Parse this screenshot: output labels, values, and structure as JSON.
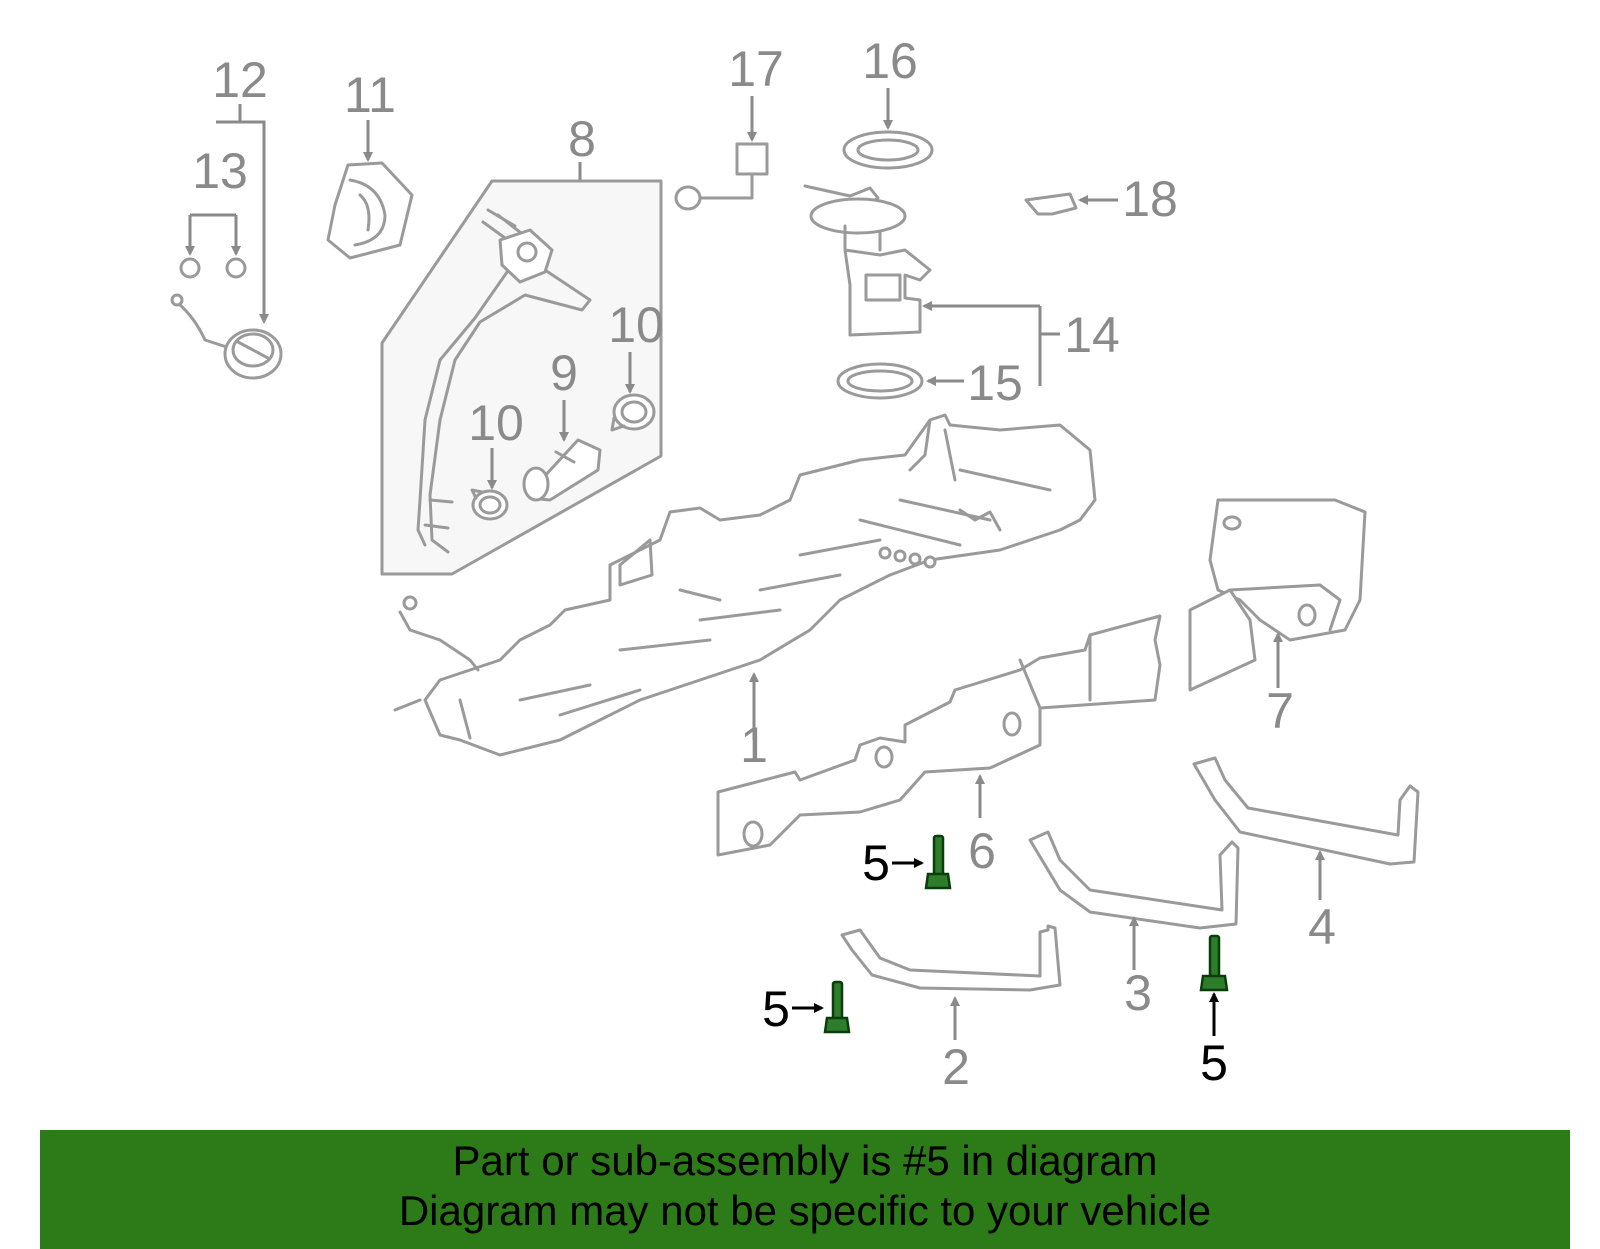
{
  "labels": {
    "p1": "1",
    "p2": "2",
    "p3": "3",
    "p4": "4",
    "p5a": "5",
    "p5b": "5",
    "p5c": "5",
    "p6": "6",
    "p7": "7",
    "p8": "8",
    "p9": "9",
    "p10a": "10",
    "p10b": "10",
    "p11": "11",
    "p12": "12",
    "p13": "13",
    "p14": "14",
    "p15": "15",
    "p16": "16",
    "p17": "17",
    "p18": "18"
  },
  "highlight": {
    "part_number": "5",
    "color": "#2d7d2d"
  },
  "footer": {
    "line1": "Part or sub-assembly is #5 in diagram",
    "line2": "Diagram may not be specific to your vehicle",
    "background": "#2d7a18"
  }
}
